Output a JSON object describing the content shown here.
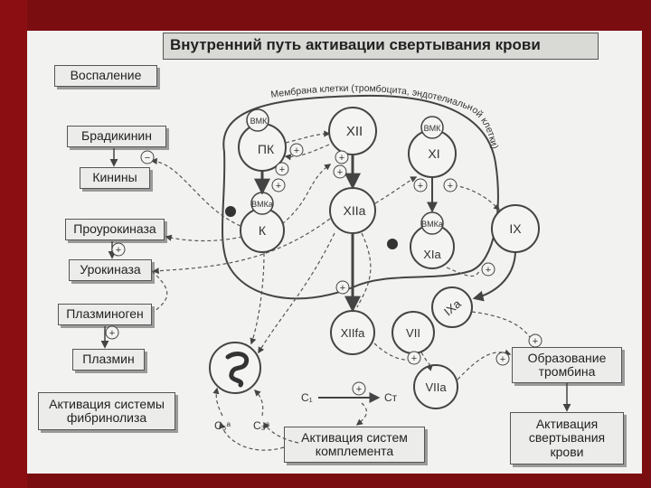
{
  "title": "Внутренний путь активации свертывания крови",
  "membrane_label": "Мембрана клетки (тромбоцита, эндотелиальной клетки)",
  "left_boxes": {
    "inflammation": "Воспаление",
    "bradykinin": "Брадикинин",
    "kinins": "Кинины",
    "prourokinase": "Проурокиназа",
    "urokinase": "Урокиназа",
    "plasminogen": "Плазминоген",
    "plasmin": "Плазмин",
    "fibrinolysis": "Активация системы фибринолиза"
  },
  "bottom_boxes": {
    "complement": "Активация систем комплемента"
  },
  "right_boxes": {
    "thrombin": "Образование тромбина",
    "coagulation": "Активация свертывания крови"
  },
  "factors": {
    "pk": "ПК",
    "vmk_top": "ВМК",
    "k": "К",
    "vmka_left": "ВМКа",
    "xii": "XII",
    "xiia": "XIIa",
    "xi": "XI",
    "vmk_right": "ВМК",
    "xia": "XIa",
    "vmka_right": "ВМКа",
    "ix": "IX",
    "ixa": "IXa",
    "xiifa": "XIIfa",
    "vii": "VII",
    "viia": "VIIa"
  },
  "complement_labels": {
    "c1": "C₁",
    "ct": "Ст",
    "c5a": "C₅ᵃ",
    "c3a": "C₃ᵃ"
  },
  "signs": {
    "plus": "+",
    "minus": "−"
  }
}
